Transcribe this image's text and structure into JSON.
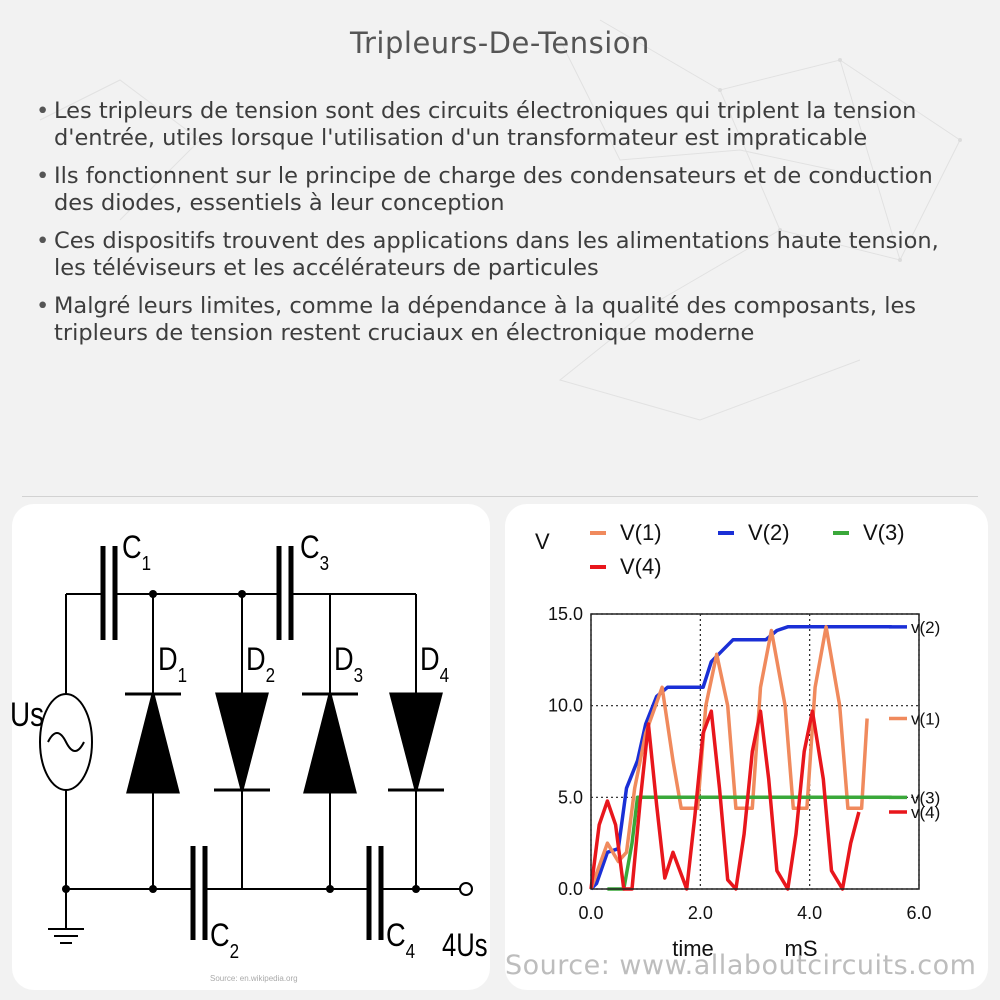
{
  "page": {
    "title": "Tripleurs-De-Tension"
  },
  "bullets": [
    "Les tripleurs de tension sont des circuits électroniques qui triplent la tension d'entrée, utiles lorsque l'utilisation d'un transformateur est impraticable",
    "Ils fonctionnent sur le principe de charge des condensateurs et de conduction des diodes, essentiels à leur conception",
    "Ces dispositifs trouvent des applications dans les alimentations haute tension, les téléviseurs et les accélérateurs de particules",
    "Malgré leurs limites, comme la dépendance à la qualité des composants, les tripleurs de tension restent cruciaux en électronique moderne"
  ],
  "circuit": {
    "source_label": "Us",
    "output_label": "4Us",
    "capacitors": [
      {
        "letter": "C",
        "sub": "1"
      },
      {
        "letter": "C",
        "sub": "3"
      },
      {
        "letter": "C",
        "sub": "2"
      },
      {
        "letter": "C",
        "sub": "4"
      }
    ],
    "diodes": [
      {
        "letter": "D",
        "sub": "1",
        "direction": "up"
      },
      {
        "letter": "D",
        "sub": "2",
        "direction": "down"
      },
      {
        "letter": "D",
        "sub": "3",
        "direction": "up"
      },
      {
        "letter": "D",
        "sub": "4",
        "direction": "down"
      }
    ],
    "credit": "Source: en.wikipedia.org"
  },
  "chart_data": {
    "type": "line",
    "ylabel": "V",
    "xlabel": "time",
    "xunit": "mS",
    "xlim": [
      0,
      6.0
    ],
    "ylim": [
      0,
      15.0
    ],
    "xticks": [
      "0.0",
      "2.0",
      "4.0",
      "6.0"
    ],
    "yticks": [
      "0.0",
      "5.0",
      "10.0",
      "15.0"
    ],
    "grid": "dotted",
    "legend": [
      {
        "name": "V(1)",
        "color": "#f08a5d"
      },
      {
        "name": "V(2)",
        "color": "#1a2fd6"
      },
      {
        "name": "V(3)",
        "color": "#3aa83a"
      },
      {
        "name": "V(4)",
        "color": "#e8161c"
      }
    ],
    "series": [
      {
        "name": "V(2)",
        "end_label": "v(2)",
        "color": "#1a2fd6",
        "points": [
          [
            0,
            0
          ],
          [
            0.1,
            0.3
          ],
          [
            0.3,
            2.0
          ],
          [
            0.5,
            2.2
          ],
          [
            0.65,
            5.5
          ],
          [
            0.85,
            7.0
          ],
          [
            1.0,
            9.0
          ],
          [
            1.2,
            10.5
          ],
          [
            1.4,
            11.0
          ],
          [
            2.05,
            11.0
          ],
          [
            2.2,
            12.4
          ],
          [
            2.4,
            13.0
          ],
          [
            2.6,
            13.6
          ],
          [
            3.2,
            13.6
          ],
          [
            3.4,
            14.1
          ],
          [
            3.6,
            14.3
          ],
          [
            5.5,
            14.3
          ]
        ]
      },
      {
        "name": "V(1)",
        "end_label": "v(1)",
        "color": "#f08a5d",
        "points": [
          [
            0,
            0
          ],
          [
            0.3,
            2.5
          ],
          [
            0.5,
            1.5
          ],
          [
            0.65,
            2.0
          ],
          [
            0.8,
            5.5
          ],
          [
            1.0,
            8.5
          ],
          [
            1.3,
            11.0
          ],
          [
            1.5,
            7.0
          ],
          [
            1.65,
            4.4
          ],
          [
            1.95,
            4.4
          ],
          [
            2.1,
            10.0
          ],
          [
            2.3,
            12.8
          ],
          [
            2.5,
            10.0
          ],
          [
            2.65,
            4.4
          ],
          [
            2.95,
            4.4
          ],
          [
            3.1,
            11.0
          ],
          [
            3.3,
            14.1
          ],
          [
            3.55,
            10.0
          ],
          [
            3.7,
            4.4
          ],
          [
            3.95,
            4.4
          ],
          [
            4.1,
            11.0
          ],
          [
            4.3,
            14.3
          ],
          [
            4.55,
            10.0
          ],
          [
            4.7,
            4.4
          ],
          [
            4.95,
            4.4
          ],
          [
            5.05,
            9.3
          ]
        ]
      },
      {
        "name": "V(3)",
        "end_label": "v(3)",
        "color": "#3aa83a",
        "points": [
          [
            0.3,
            0
          ],
          [
            0.6,
            0
          ],
          [
            0.75,
            2.5
          ],
          [
            0.85,
            5.0
          ],
          [
            5.5,
            5.0
          ]
        ]
      },
      {
        "name": "V(4)",
        "end_label": "v(4)",
        "color": "#e8161c",
        "points": [
          [
            0,
            0
          ],
          [
            0.15,
            3.5
          ],
          [
            0.3,
            4.8
          ],
          [
            0.45,
            3.5
          ],
          [
            0.6,
            0
          ],
          [
            0.75,
            0
          ],
          [
            0.9,
            4.8
          ],
          [
            1.05,
            9.0
          ],
          [
            1.2,
            4.6
          ],
          [
            1.35,
            0.6
          ],
          [
            1.5,
            2.0
          ],
          [
            1.75,
            0
          ],
          [
            1.9,
            4.0
          ],
          [
            2.05,
            8.5
          ],
          [
            2.2,
            9.7
          ],
          [
            2.35,
            5.5
          ],
          [
            2.5,
            0.5
          ],
          [
            2.65,
            0
          ],
          [
            2.8,
            3.0
          ],
          [
            2.95,
            7.5
          ],
          [
            3.1,
            9.7
          ],
          [
            3.25,
            6.0
          ],
          [
            3.4,
            1.0
          ],
          [
            3.6,
            0
          ],
          [
            3.75,
            3.0
          ],
          [
            3.9,
            7.5
          ],
          [
            4.05,
            9.7
          ],
          [
            4.25,
            6.0
          ],
          [
            4.4,
            1.0
          ],
          [
            4.6,
            0
          ],
          [
            4.75,
            2.5
          ],
          [
            4.9,
            4.2
          ]
        ]
      }
    ],
    "credit": "Source: www.allaboutcircuits.com"
  }
}
